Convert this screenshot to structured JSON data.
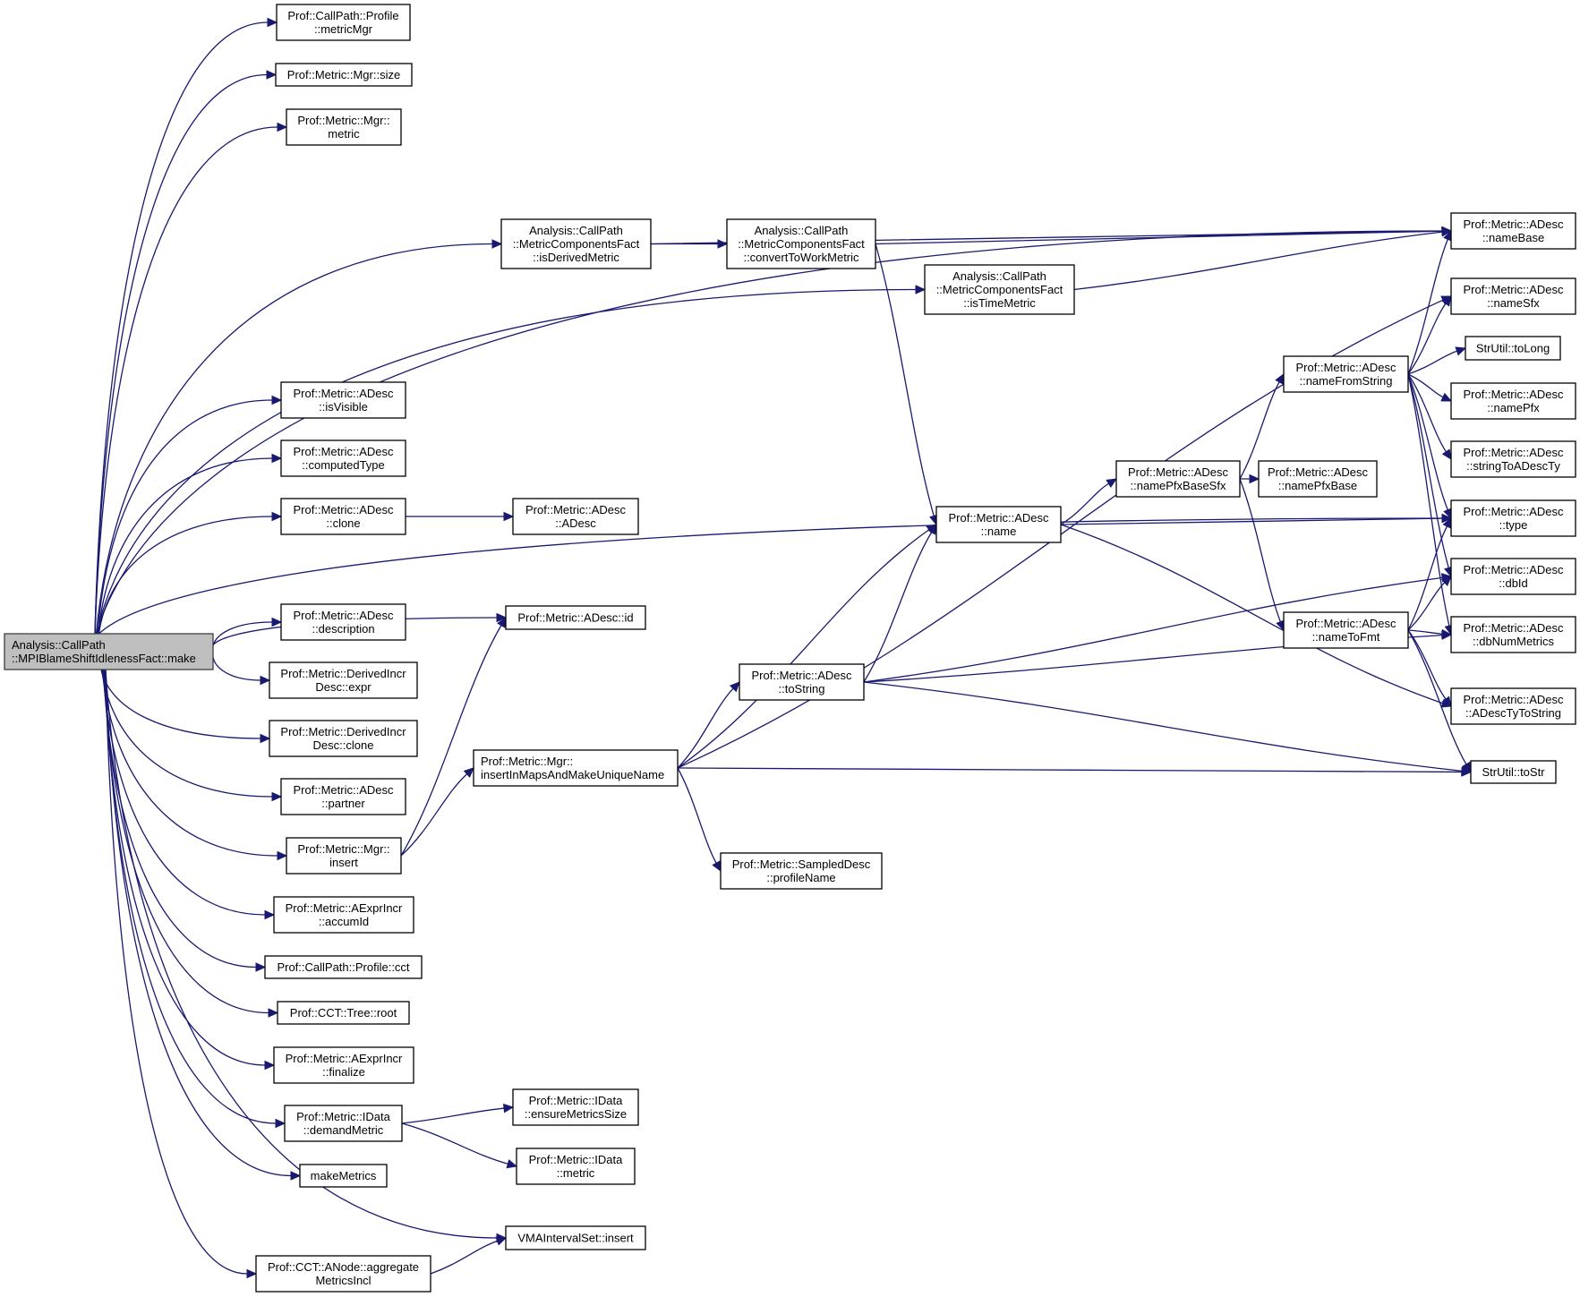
{
  "diagram": {
    "type": "call-graph",
    "edge_color": "#191970",
    "root_fill": "#bfbfbf",
    "node_fill": "#ffffff",
    "root": "make",
    "nodes": [
      {
        "id": "make",
        "lines": [
          "Analysis::CallPath",
          "::MPIBlameShiftIdlenessFact::make"
        ],
        "root": true
      },
      {
        "id": "metricMgr",
        "lines": [
          "Prof::CallPath::Profile",
          "::metricMgr"
        ]
      },
      {
        "id": "mgrSize",
        "lines": [
          "Prof::Metric::Mgr::size"
        ]
      },
      {
        "id": "mgrMetric",
        "lines": [
          "Prof::Metric::Mgr::",
          "metric"
        ]
      },
      {
        "id": "isDerived",
        "lines": [
          "Analysis::CallPath",
          "::MetricComponentsFact",
          "::isDerivedMetric"
        ]
      },
      {
        "id": "convertToWork",
        "lines": [
          "Analysis::CallPath",
          "::MetricComponentsFact",
          "::convertToWorkMetric"
        ]
      },
      {
        "id": "isTime",
        "lines": [
          "Analysis::CallPath",
          "::MetricComponentsFact",
          "::isTimeMetric"
        ]
      },
      {
        "id": "isVisible",
        "lines": [
          "Prof::Metric::ADesc",
          "::isVisible"
        ]
      },
      {
        "id": "computedType",
        "lines": [
          "Prof::Metric::ADesc",
          "::computedType"
        ]
      },
      {
        "id": "clone",
        "lines": [
          "Prof::Metric::ADesc",
          "::clone"
        ]
      },
      {
        "id": "adescCtor",
        "lines": [
          "Prof::Metric::ADesc",
          "::ADesc"
        ]
      },
      {
        "id": "description",
        "lines": [
          "Prof::Metric::ADesc",
          "::description"
        ]
      },
      {
        "id": "adescId",
        "lines": [
          "Prof::Metric::ADesc::id"
        ]
      },
      {
        "id": "derivedExpr",
        "lines": [
          "Prof::Metric::DerivedIncr",
          "Desc::expr"
        ]
      },
      {
        "id": "derivedClone",
        "lines": [
          "Prof::Metric::DerivedIncr",
          "Desc::clone"
        ]
      },
      {
        "id": "partner",
        "lines": [
          "Prof::Metric::ADesc",
          "::partner"
        ]
      },
      {
        "id": "mgrInsert",
        "lines": [
          "Prof::Metric::Mgr::",
          "insert"
        ]
      },
      {
        "id": "insertInMaps",
        "lines": [
          "Prof::Metric::Mgr::",
          "insertInMapsAndMakeUniqueName"
        ]
      },
      {
        "id": "toString",
        "lines": [
          "Prof::Metric::ADesc",
          "::toString"
        ]
      },
      {
        "id": "profileName",
        "lines": [
          "Prof::Metric::SampledDesc",
          "::profileName"
        ]
      },
      {
        "id": "name",
        "lines": [
          "Prof::Metric::ADesc",
          "::name"
        ]
      },
      {
        "id": "namePfxBaseSfx",
        "lines": [
          "Prof::Metric::ADesc",
          "::namePfxBaseSfx"
        ]
      },
      {
        "id": "namePfxBase",
        "lines": [
          "Prof::Metric::ADesc",
          "::namePfxBase"
        ]
      },
      {
        "id": "nameFromString",
        "lines": [
          "Prof::Metric::ADesc",
          "::nameFromString"
        ]
      },
      {
        "id": "nameToFmt",
        "lines": [
          "Prof::Metric::ADesc",
          "::nameToFmt"
        ]
      },
      {
        "id": "nameBase",
        "lines": [
          "Prof::Metric::ADesc",
          "::nameBase"
        ]
      },
      {
        "id": "nameSfx",
        "lines": [
          "Prof::Metric::ADesc",
          "::nameSfx"
        ]
      },
      {
        "id": "toLong",
        "lines": [
          "StrUtil::toLong"
        ]
      },
      {
        "id": "namePfx",
        "lines": [
          "Prof::Metric::ADesc",
          "::namePfx"
        ]
      },
      {
        "id": "stringToADescTy",
        "lines": [
          "Prof::Metric::ADesc",
          "::stringToADescTy"
        ]
      },
      {
        "id": "type",
        "lines": [
          "Prof::Metric::ADesc",
          "::type"
        ]
      },
      {
        "id": "dbId",
        "lines": [
          "Prof::Metric::ADesc",
          "::dbId"
        ]
      },
      {
        "id": "dbNumMetrics",
        "lines": [
          "Prof::Metric::ADesc",
          "::dbNumMetrics"
        ]
      },
      {
        "id": "aDescTyToString",
        "lines": [
          "Prof::Metric::ADesc",
          "::ADescTyToString"
        ]
      },
      {
        "id": "toStr",
        "lines": [
          "StrUtil::toStr"
        ]
      },
      {
        "id": "accumId",
        "lines": [
          "Prof::Metric::AExprIncr",
          "::accumId"
        ]
      },
      {
        "id": "profileCct",
        "lines": [
          "Prof::CallPath::Profile::cct"
        ]
      },
      {
        "id": "treeRoot",
        "lines": [
          "Prof::CCT::Tree::root"
        ]
      },
      {
        "id": "finalize",
        "lines": [
          "Prof::Metric::AExprIncr",
          "::finalize"
        ]
      },
      {
        "id": "demandMetric",
        "lines": [
          "Prof::Metric::IData",
          "::demandMetric"
        ]
      },
      {
        "id": "ensureMetricsSize",
        "lines": [
          "Prof::Metric::IData",
          "::ensureMetricsSize"
        ]
      },
      {
        "id": "idataMetric",
        "lines": [
          "Prof::Metric::IData",
          "::metric"
        ]
      },
      {
        "id": "makeMetrics",
        "lines": [
          "makeMetrics"
        ]
      },
      {
        "id": "vmaInsert",
        "lines": [
          "VMAIntervalSet::insert"
        ]
      },
      {
        "id": "aggregate",
        "lines": [
          "Prof::CCT::ANode::aggregate",
          "MetricsIncl"
        ]
      }
    ],
    "edges": [
      [
        "make",
        "metricMgr"
      ],
      [
        "make",
        "mgrSize"
      ],
      [
        "make",
        "mgrMetric"
      ],
      [
        "make",
        "nameBase"
      ],
      [
        "make",
        "isDerived"
      ],
      [
        "make",
        "isTime"
      ],
      [
        "make",
        "type"
      ],
      [
        "make",
        "isVisible"
      ],
      [
        "make",
        "computedType"
      ],
      [
        "make",
        "clone"
      ],
      [
        "make",
        "adescId"
      ],
      [
        "make",
        "description"
      ],
      [
        "make",
        "derivedExpr"
      ],
      [
        "make",
        "derivedClone"
      ],
      [
        "make",
        "partner"
      ],
      [
        "make",
        "mgrInsert"
      ],
      [
        "make",
        "accumId"
      ],
      [
        "make",
        "profileCct"
      ],
      [
        "make",
        "treeRoot"
      ],
      [
        "make",
        "finalize"
      ],
      [
        "make",
        "demandMetric"
      ],
      [
        "make",
        "makeMetrics"
      ],
      [
        "make",
        "vmaInsert"
      ],
      [
        "make",
        "aggregate"
      ],
      [
        "isDerived",
        "nameBase"
      ],
      [
        "isDerived",
        "convertToWork"
      ],
      [
        "convertToWork",
        "nameBase"
      ],
      [
        "convertToWork",
        "name"
      ],
      [
        "isTime",
        "nameBase"
      ],
      [
        "clone",
        "adescCtor"
      ],
      [
        "mgrInsert",
        "adescId"
      ],
      [
        "mgrInsert",
        "insertInMaps"
      ],
      [
        "insertInMaps",
        "nameSfx"
      ],
      [
        "insertInMaps",
        "name"
      ],
      [
        "insertInMaps",
        "toString"
      ],
      [
        "insertInMaps",
        "profileName"
      ],
      [
        "insertInMaps",
        "toStr"
      ],
      [
        "toString",
        "name"
      ],
      [
        "toString",
        "dbId"
      ],
      [
        "toString",
        "dbNumMetrics"
      ],
      [
        "toString",
        "toStr"
      ],
      [
        "name",
        "namePfxBaseSfx"
      ],
      [
        "name",
        "type"
      ],
      [
        "name",
        "aDescTyToString"
      ],
      [
        "namePfxBaseSfx",
        "nameFromString"
      ],
      [
        "namePfxBaseSfx",
        "namePfxBase"
      ],
      [
        "namePfxBaseSfx",
        "nameToFmt"
      ],
      [
        "nameFromString",
        "nameBase"
      ],
      [
        "nameFromString",
        "nameSfx"
      ],
      [
        "nameFromString",
        "toLong"
      ],
      [
        "nameFromString",
        "namePfx"
      ],
      [
        "nameFromString",
        "stringToADescTy"
      ],
      [
        "nameFromString",
        "type"
      ],
      [
        "nameFromString",
        "dbId"
      ],
      [
        "nameFromString",
        "dbNumMetrics"
      ],
      [
        "nameToFmt",
        "type"
      ],
      [
        "nameToFmt",
        "dbId"
      ],
      [
        "nameToFmt",
        "dbNumMetrics"
      ],
      [
        "nameToFmt",
        "aDescTyToString"
      ],
      [
        "nameToFmt",
        "toStr"
      ],
      [
        "demandMetric",
        "ensureMetricsSize"
      ],
      [
        "demandMetric",
        "idataMetric"
      ],
      [
        "aggregate",
        "vmaInsert"
      ]
    ]
  }
}
